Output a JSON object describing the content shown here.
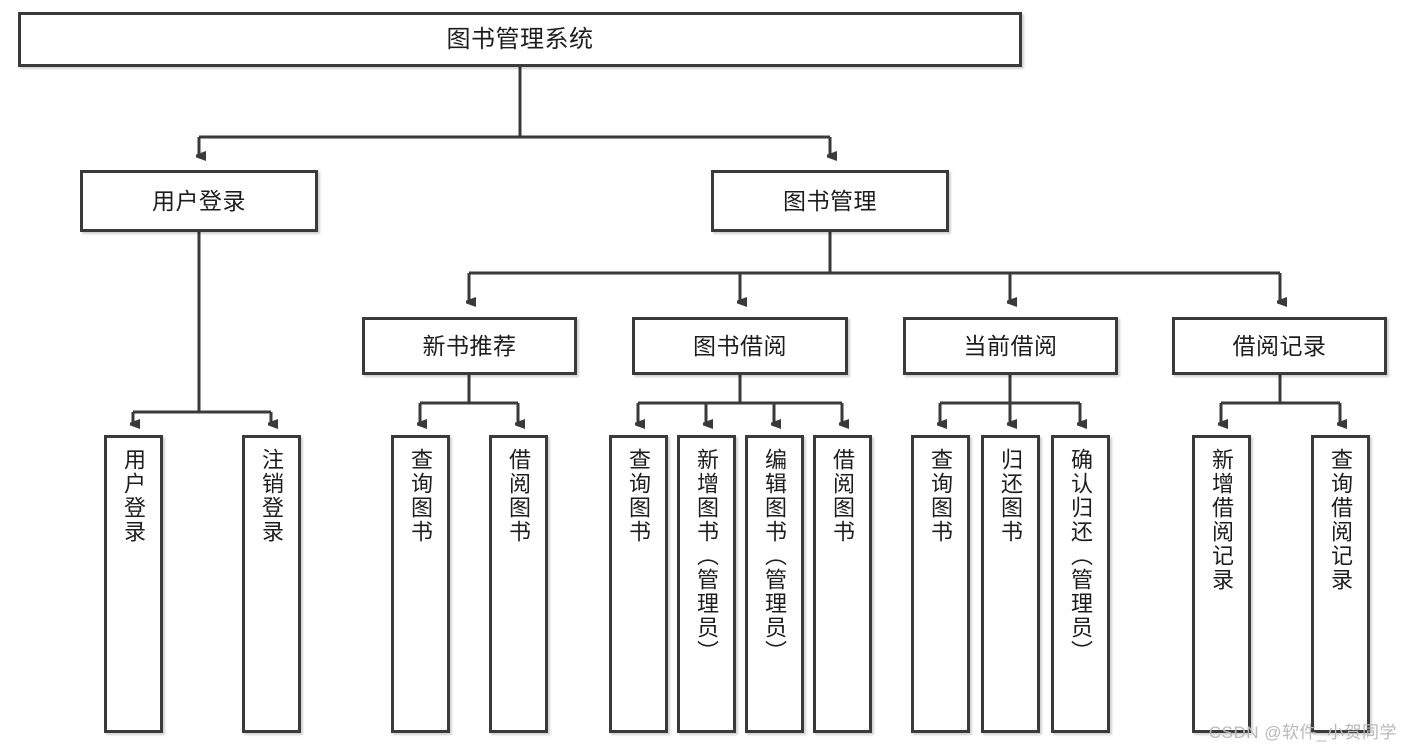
{
  "diagram": {
    "title": "图书管理系统",
    "type": "hierarchy-tree",
    "watermark": "CSDN @软件_小贺同学",
    "root": {
      "label": "图书管理系统"
    },
    "level2": [
      {
        "label": "用户登录"
      },
      {
        "label": "图书管理"
      }
    ],
    "level3": [
      {
        "label": "新书推荐"
      },
      {
        "label": "图书借阅"
      },
      {
        "label": "当前借阅"
      },
      {
        "label": "借阅记录"
      }
    ],
    "leaves": {
      "user_login": [
        {
          "label": "用户登录"
        },
        {
          "label": "注销登录"
        }
      ],
      "new_book_recommend": [
        {
          "label": "查询图书"
        },
        {
          "label": "借阅图书"
        }
      ],
      "book_borrow": [
        {
          "label": "查询图书"
        },
        {
          "label": "新增图书（管理员）"
        },
        {
          "label": "编辑图书（管理员）"
        },
        {
          "label": "借阅图书"
        }
      ],
      "current_borrow": [
        {
          "label": "查询图书"
        },
        {
          "label": "归还图书"
        },
        {
          "label": "确认归还（管理员）"
        }
      ],
      "borrow_records": [
        {
          "label": "新增借阅记录"
        },
        {
          "label": "查询借阅记录"
        }
      ]
    },
    "colors": {
      "stroke": "#3a3a3a",
      "fill": "#ffffff",
      "text": "#1d1d1d",
      "watermark": "#b9b9b9"
    }
  }
}
